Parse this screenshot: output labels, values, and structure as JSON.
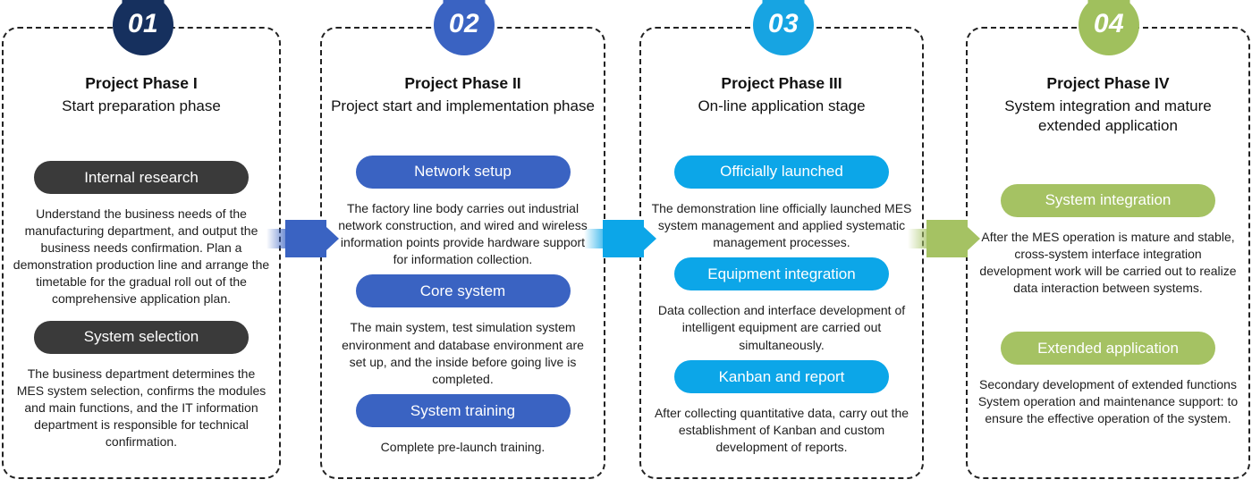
{
  "phases": [
    {
      "number": "01",
      "badge_color": "#16305e",
      "accent_color": "#3a3a3a",
      "title": "Project Phase I",
      "subtitle": "Start preparation phase",
      "sections": [
        {
          "label": "Internal research",
          "description": "Understand the business needs of the manufacturing department, and output the business needs confirmation. Plan a demonstration production line and arrange the timetable for the gradual roll out of the comprehensive application plan."
        },
        {
          "label": "System selection",
          "description": "The business department determines the MES system selection, confirms the modules and main functions, and the IT information department is responsible for technical confirmation."
        }
      ]
    },
    {
      "number": "02",
      "badge_color": "#3a63c2",
      "accent_color": "#3a63c2",
      "title": "Project Phase II",
      "subtitle": "Project start and implementation phase",
      "sections": [
        {
          "label": "Network setup",
          "description": "The factory line body carries out industrial network construction, and wired and wireless information points provide hardware support for information collection."
        },
        {
          "label": "Core system",
          "description": "The main system, test simulation system environment and database environment are set up, and the inside before going live is completed."
        },
        {
          "label": "System training",
          "description": "Complete pre-launch training."
        }
      ]
    },
    {
      "number": "03",
      "badge_color": "#17a4e2",
      "accent_color": "#0ca6e8",
      "title": "Project Phase III",
      "subtitle": "On-line application stage",
      "sections": [
        {
          "label": "Officially launched",
          "description": "The demonstration line officially launched MES system management and applied systematic management processes."
        },
        {
          "label": "Equipment integration",
          "description": "Data collection and interface development of intelligent equipment are carried out simultaneously."
        },
        {
          "label": "Kanban and report",
          "description": "After collecting quantitative data, carry out the establishment of Kanban and custom development of reports."
        }
      ]
    },
    {
      "number": "04",
      "badge_color": "#a0c05d",
      "accent_color": "#a5c263",
      "title": "Project Phase IV",
      "subtitle": "System integration and mature extended application",
      "sections": [
        {
          "label": "System integration",
          "description": "After the MES operation is mature and stable, cross-system interface integration development work will be carried out to realize data interaction between systems."
        },
        {
          "label": "Extended application",
          "description": "Secondary development of extended functions System operation and maintenance support: to ensure the effective operation of the system."
        }
      ]
    }
  ],
  "arrows": [
    {
      "color": "#3a63c2"
    },
    {
      "color": "#0ca6e8"
    },
    {
      "color": "#a5c263"
    }
  ]
}
